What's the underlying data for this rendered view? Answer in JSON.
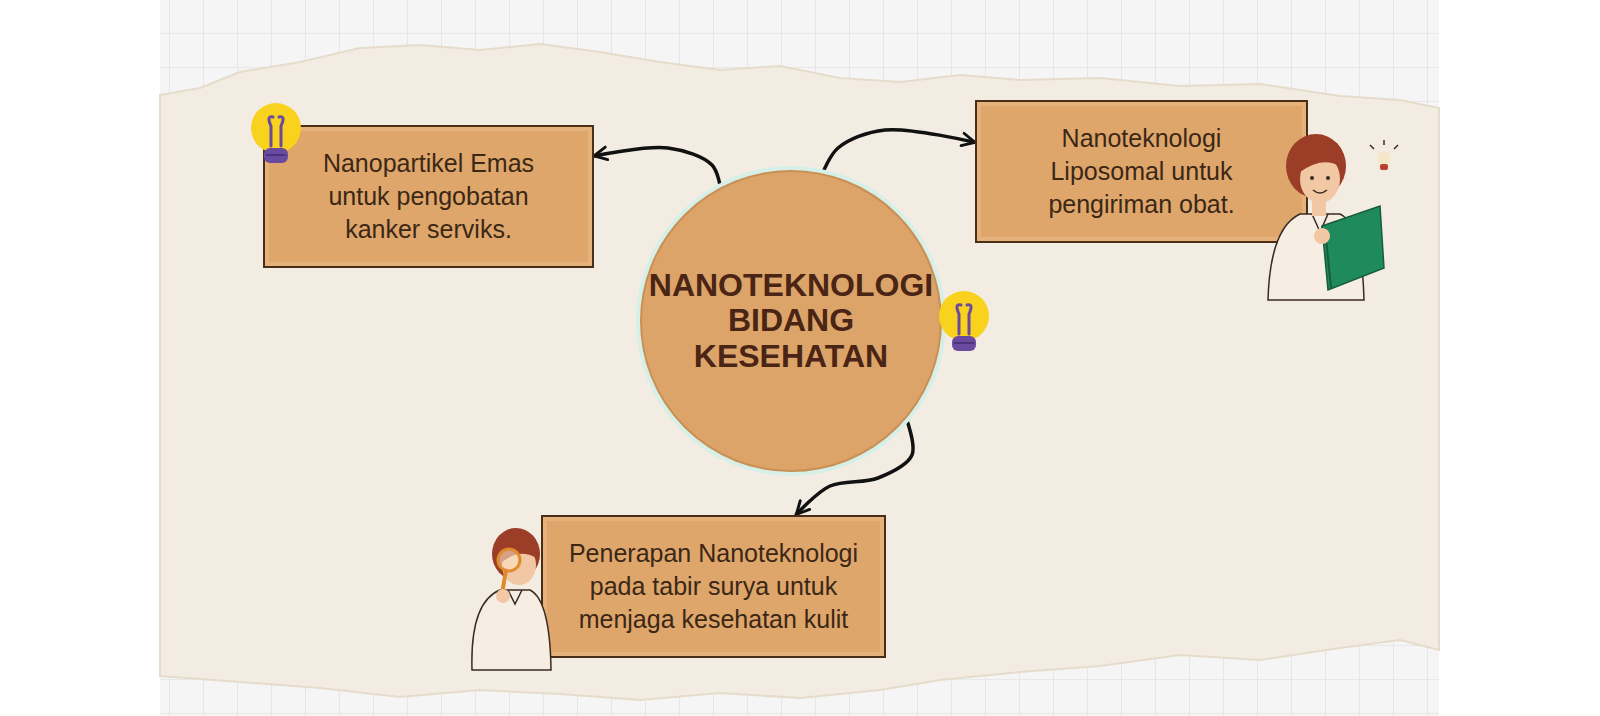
{
  "diagram": {
    "nodes": [
      {
        "text": [
          "Nanopartikel Emas untuk pengobatan kanker serviks."
        ]
      },
      {
        "text": [
          "Nanoteknologi Liposomal untuk pengiriman obat."
        ]
      },
      {
        "text": [
          "NANOTEKNOLOGI BIDANG KESEHATAN"
        ]
      },
      {
        "text": [
          "Penerapan Nanoteknologi pada tabir surya untuk menjaga kesehatan kulit"
        ]
      }
    ],
    "edges": [
      {
        "from": 2,
        "to": 0,
        "arrow": "to"
      },
      {
        "from": 2,
        "to": 1,
        "arrow": "to"
      },
      {
        "from": 2,
        "to": 3,
        "arrow": "to"
      }
    ]
  }
}
